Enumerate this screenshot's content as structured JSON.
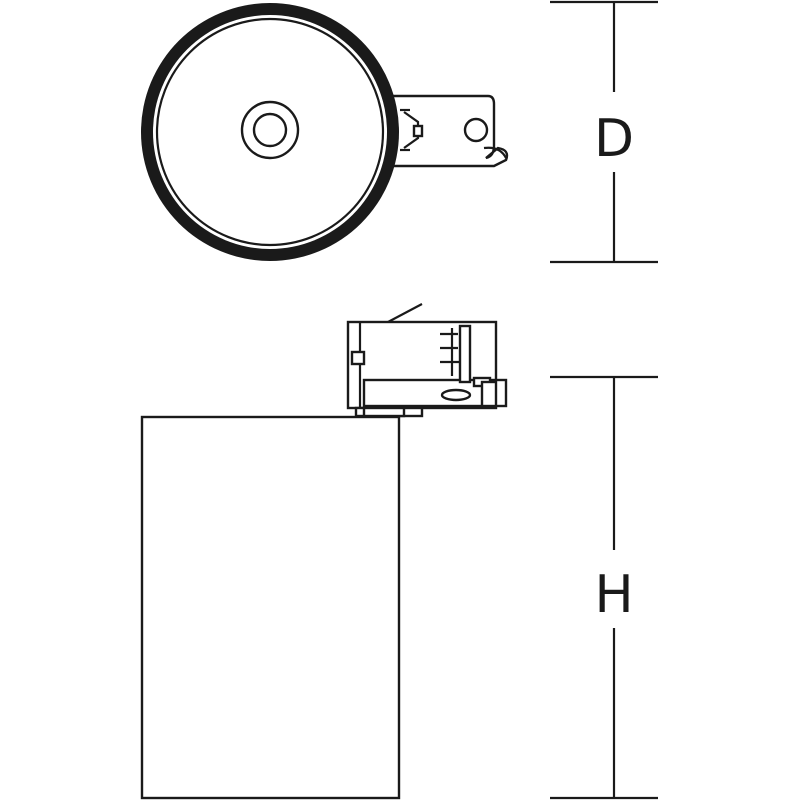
{
  "dimensions": {
    "depth_label": "D",
    "height_label": "H"
  },
  "colors": {
    "line": "#1a1a1a",
    "background": "#ffffff"
  },
  "views": [
    "top-view",
    "side-view"
  ]
}
